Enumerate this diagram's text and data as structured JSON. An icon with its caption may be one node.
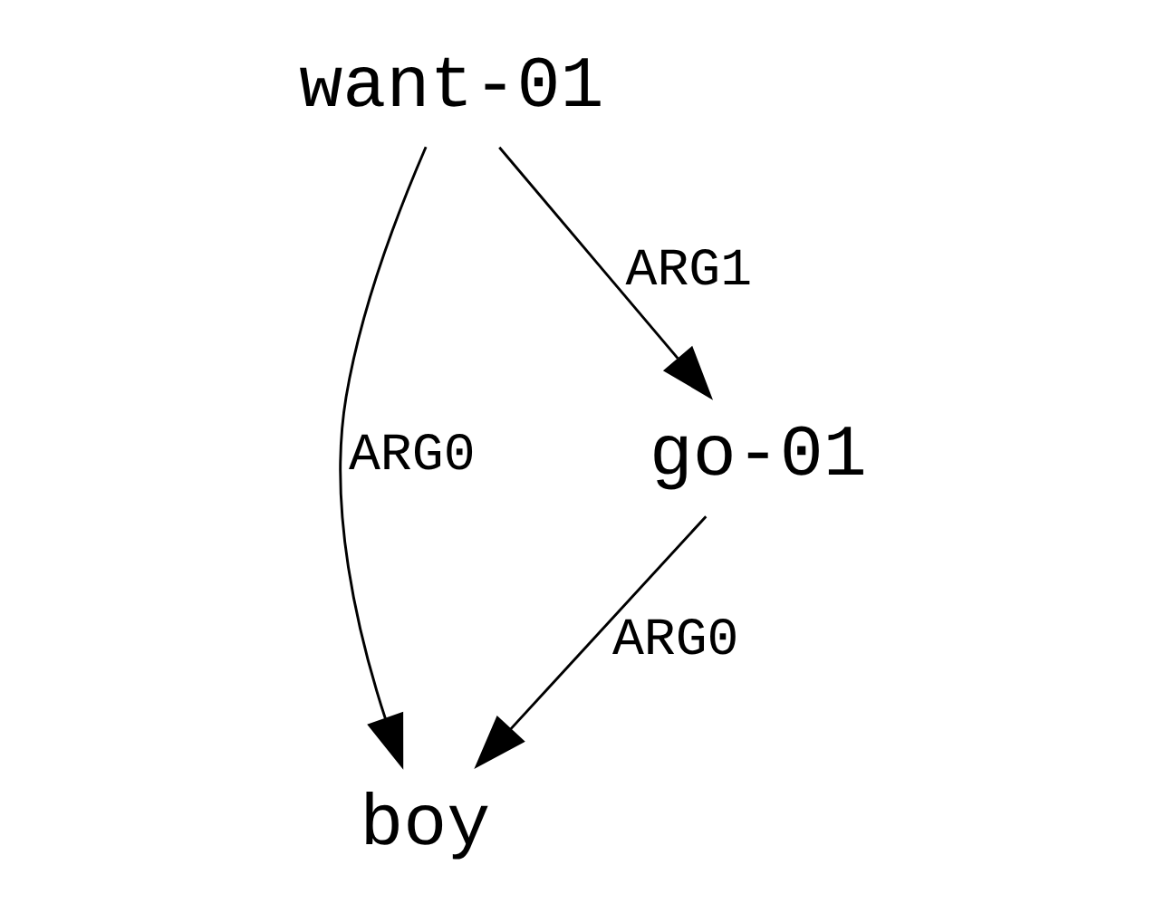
{
  "diagram": {
    "nodes": [
      {
        "text": [
          "want-01"
        ]
      },
      {
        "text": [
          "boy"
        ]
      },
      {
        "text": [
          "go-01"
        ]
      }
    ],
    "edges": [
      {
        "from": 0,
        "to": 1,
        "arrow": "to",
        "label": "ARG0"
      },
      {
        "from": 0,
        "to": 2,
        "arrow": "to",
        "label": "ARG1"
      },
      {
        "from": 2,
        "to": 1,
        "arrow": "to",
        "label": "ARG0"
      }
    ]
  }
}
